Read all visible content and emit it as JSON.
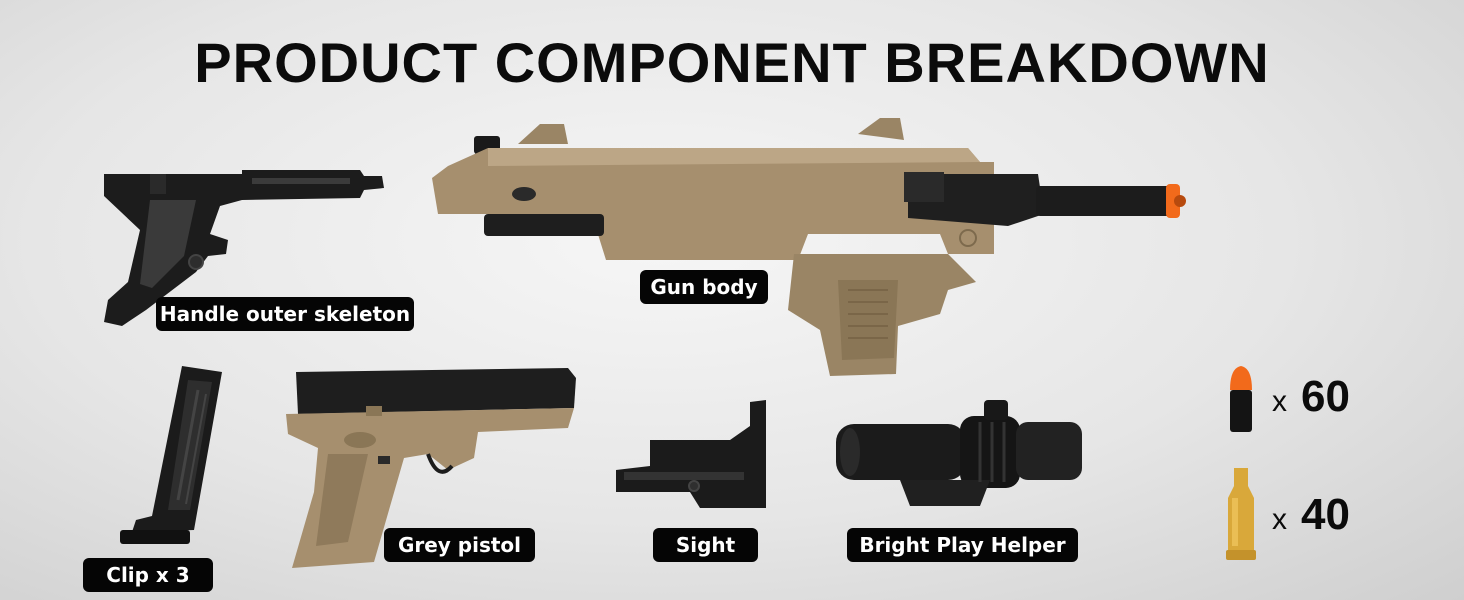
{
  "title": "PRODUCT COMPONENT BREAKDOWN",
  "components": {
    "handle_skeleton": "Handle outer skeleton",
    "gun_body": "Gun body",
    "clip": "Clip x 3",
    "grey_pistol": "Grey pistol",
    "sight": "Sight",
    "bright_play_helper": "Bright Play Helper"
  },
  "ammo": {
    "soft_bullet": {
      "prefix": "x",
      "count": "60",
      "icon": "orange-tip-dart-icon"
    },
    "shell": {
      "prefix": "x",
      "count": "40",
      "icon": "brass-shell-casing-icon"
    }
  },
  "colors": {
    "background": "#e8e8e8",
    "label_bg": "#050505",
    "label_text": "#ffffff",
    "tan": "#a68f6e",
    "black_part": "#1c1c1c",
    "muzzle_orange": "#f26a1b",
    "brass": "#d9a83a"
  }
}
